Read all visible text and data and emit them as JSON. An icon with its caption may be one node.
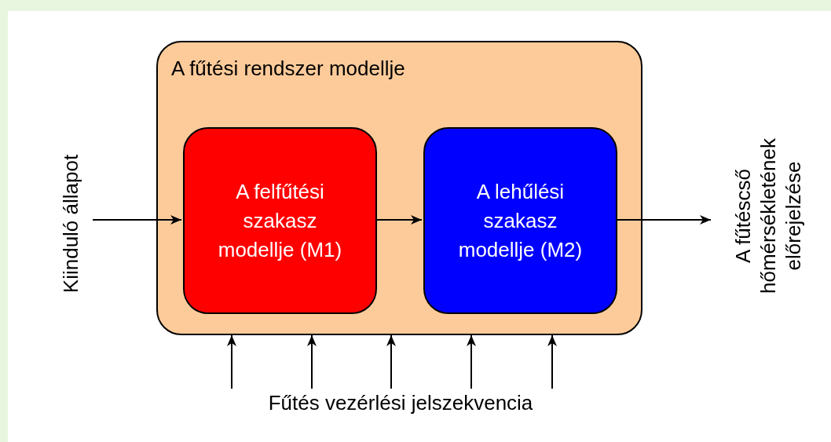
{
  "diagram": {
    "nodes": [
      {
        "text": [
          "A fűtési rendszer modellje"
        ]
      },
      {
        "text": [
          "A felfűtési szakasz modellje (M1)"
        ],
        "in": 0
      },
      {
        "text": [
          "A lehűlési szakasz modellje (M2)"
        ],
        "in": 0
      },
      {
        "text": [
          "Kiinduló állapot"
        ]
      },
      {
        "text": [
          "A fűtéscső hőmérsékletének előrejelzése"
        ]
      },
      {
        "text": [
          "Fűtés vezérlési jelszekvencia"
        ]
      }
    ],
    "edges": [
      {
        "from": 3,
        "to": 1,
        "arrow": "to"
      },
      {
        "from": 1,
        "to": 2,
        "arrow": "to"
      },
      {
        "from": 2,
        "to": 4,
        "arrow": "to"
      },
      {
        "from": 5,
        "to": 0,
        "arrow": "to"
      },
      {
        "from": 5,
        "to": 0,
        "arrow": "to"
      },
      {
        "from": 5,
        "to": 0,
        "arrow": "to"
      },
      {
        "from": 5,
        "to": 0,
        "arrow": "to"
      },
      {
        "from": 5,
        "to": 0,
        "arrow": "to"
      }
    ]
  }
}
